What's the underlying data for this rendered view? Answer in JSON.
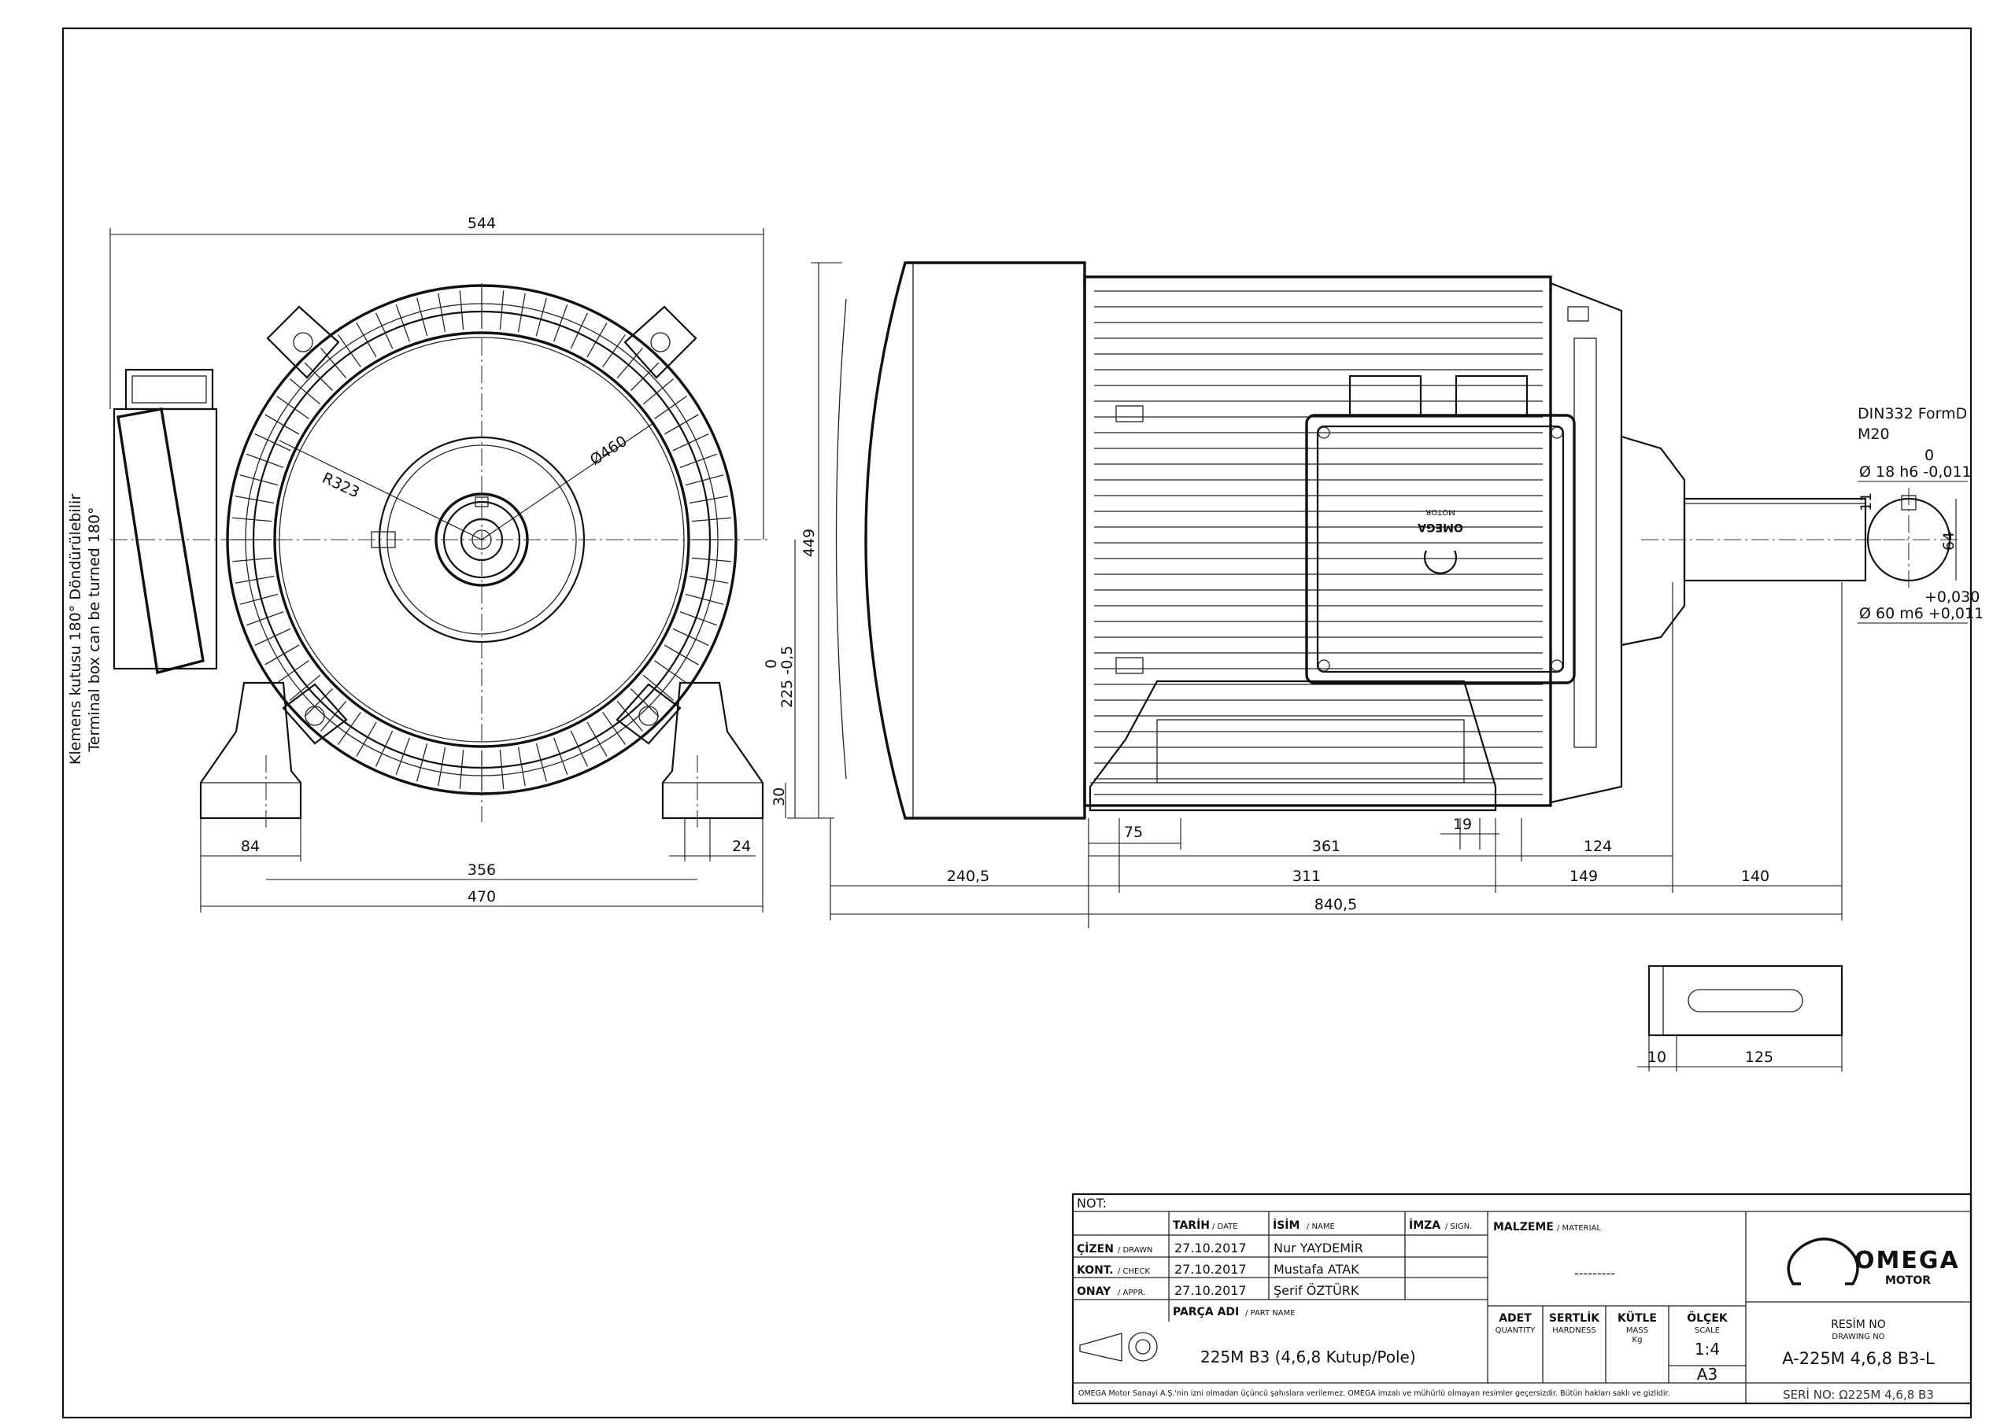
{
  "front_view": {
    "dims": {
      "overall_width": "544",
      "radius": "R323",
      "diameter": "Ø460",
      "height": "449",
      "axis_height_tol_top": "0",
      "axis_height": "225 -0,5",
      "foot_height": "30",
      "foot_width": "84",
      "hole_spacing": "356",
      "base_width": "470",
      "hole_dia": "24"
    },
    "terminal_note_tr": "Klemens kutusu 180° Döndürülebilir",
    "terminal_note_en": "Terminal box can be turned 180°"
  },
  "side_view": {
    "dims": {
      "d75": "75",
      "d19": "19",
      "d361": "361",
      "d124": "124",
      "d240": "240,5",
      "d311": "311",
      "d149": "149",
      "d140": "140",
      "d840": "840,5"
    },
    "logo_text": "OMEGA",
    "logo_sub": "MOTOR"
  },
  "shaft_view": {
    "thread_1": "DIN332 FormD",
    "thread_2": "M20",
    "key_tol_top": "0",
    "key_dim": "Ø 18 h6 -0,011",
    "key_height": "11",
    "shaft_height": "64",
    "shaft_tol_top": "+0,030",
    "shaft_dim": "Ø 60 m6 +0,011"
  },
  "key_view": {
    "d10": "10",
    "d125": "125"
  },
  "title_block": {
    "not_label": "NOT:",
    "col_date": "TARİH",
    "col_date_en": "/ DATE",
    "col_name": "İSİM",
    "col_name_en": "/ NAME",
    "col_sign": "İMZA",
    "col_sign_en": "/ SIGN.",
    "rows": [
      {
        "label": "ÇİZEN",
        "label_en": "/ DRAWN",
        "date": "27.10.2017",
        "name": "Nur YAYDEMİR"
      },
      {
        "label": "KONT.",
        "label_en": "/ CHECK",
        "date": "27.10.2017",
        "name": "Mustafa ATAK"
      },
      {
        "label": "ONAY",
        "label_en": "/ APPR.",
        "date": "27.10.2017",
        "name": "Şerif ÖZTÜRK"
      }
    ],
    "material_label": "MALZEME",
    "material_label_en": "/ MATERIAL",
    "material_value": "---------",
    "part_label": "PARÇA ADI",
    "part_label_en": "/ PART NAME",
    "part_name": "225M B3 (4,6,8 Kutup/Pole)",
    "qty_label": "ADET",
    "qty_label_en": "QUANTITY",
    "hard_label": "SERTLİK",
    "hard_label_en": "HARDNESS",
    "mass_label": "KÜTLE",
    "mass_label_en": "MASS",
    "mass_unit": "Kg",
    "scale_label": "ÖLÇEK",
    "scale_label_en": "SCALE",
    "scale_value": "1:4",
    "sheet_size": "A3",
    "drawing_no_label": "RESİM NO",
    "drawing_no_label_en": "DRAWING NO",
    "drawing_no": "A-225M 4,6,8 B3-L",
    "serial_no": "SERİ NO: Ω225M 4,6,8 B3",
    "brand": "OMEGA",
    "brand_sub": "MOTOR",
    "footer": "OMEGA Motor Sanayi A.Ş.'nin izni olmadan üçüncü şahıslara verilemez. OMEGA imzalı ve mühürlü olmayan resimler geçersizdir. Bütün hakları saklı ve gizlidir."
  }
}
